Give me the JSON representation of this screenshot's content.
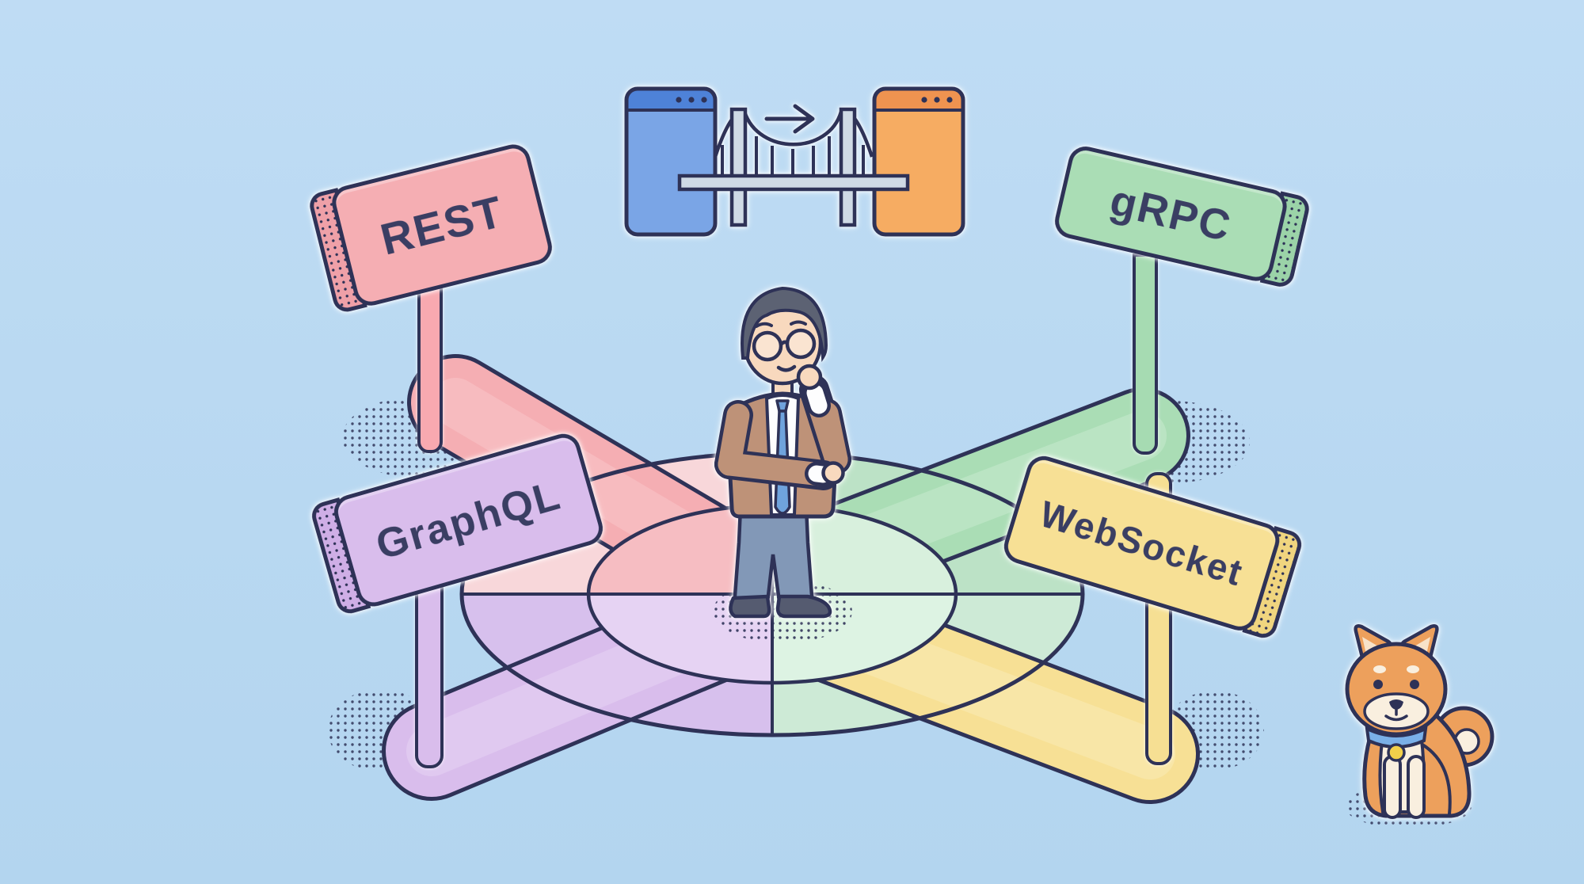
{
  "scene": {
    "title": "Choosing an API protocol - crossroads illustration",
    "background_color": "#B9D8F1",
    "outline_color": "#2E3257"
  },
  "signs": {
    "rest": {
      "label": "REST",
      "color": "#F5AEB3"
    },
    "graphql": {
      "label": "GraphQL",
      "color": "#D9BDEC"
    },
    "grpc": {
      "label": "gRPC",
      "color": "#AADDB5"
    },
    "websocket": {
      "label": "WebSocket",
      "color": "#F7E095"
    }
  },
  "bridge_graphic": {
    "left_window_color": "#7AA5E6",
    "left_window_header_color": "#4E82D8",
    "right_window_color": "#F6AC62",
    "right_window_header_color": "#EF9350",
    "deck_color": "#CFDAE5",
    "window_dot_count": 3,
    "arrow_direction": "right"
  },
  "platform": {
    "ring_quadrant_colors": {
      "top_left": "#F8D7DA",
      "top_right": "#BCE2C6",
      "bottom_right": "#CDEAD6",
      "bottom_left": "#D7C0ED"
    },
    "disc_quadrant_colors": {
      "top_left": "#F6BDC2",
      "top_right": "#D8F0DD",
      "bottom_right": "#DDF3E3",
      "bottom_left": "#E6D3F3"
    }
  },
  "characters": {
    "developer": {
      "description": "thinking man with glasses, brown blazer and blue tie",
      "jacket_color": "#BE9278",
      "tie_color": "#6FA3DC",
      "pants_color": "#8298B7"
    },
    "dog": {
      "description": "sitting shiba inu with blue collar and yellow tag",
      "fur_color": "#EDA05C",
      "collar_color": "#7AB0E8",
      "tag_color": "#F2D04A"
    }
  }
}
